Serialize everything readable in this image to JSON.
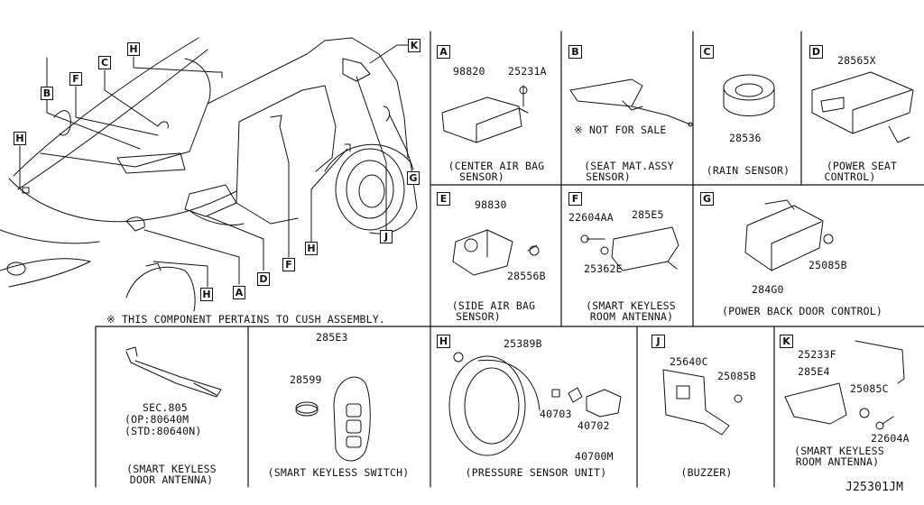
{
  "callouts": [
    "A",
    "B",
    "C",
    "D",
    "E",
    "F",
    "G",
    "H",
    "J",
    "K"
  ],
  "note": "※ THIS COMPONENT PERTAINS TO CUSH ASSEMBLY.",
  "diagram_id": "J25301JM",
  "panels": {
    "A": {
      "letter": "A",
      "parts": [
        "98820",
        "25231A"
      ],
      "caption1": "(CENTER AIR BAG",
      "caption2": "SENSOR)"
    },
    "B": {
      "letter": "B",
      "note": "※ NOT FOR SALE",
      "caption1": "(SEAT MAT.ASSY",
      "caption2": "SENSOR)"
    },
    "C": {
      "letter": "C",
      "parts": [
        "28536"
      ],
      "caption1": "(RAIN SENSOR)"
    },
    "D": {
      "letter": "D",
      "parts": [
        "28565X"
      ],
      "caption1": "(POWER SEAT",
      "caption2": "CONTROL)"
    },
    "E": {
      "letter": "E",
      "parts": [
        "98830",
        "28556B"
      ],
      "caption1": "(SIDE AIR BAG",
      "caption2": "SENSOR)"
    },
    "F": {
      "letter": "F",
      "parts": [
        "22604AA",
        "285E5",
        "25362E"
      ],
      "caption1": "(SMART KEYLESS",
      "caption2": "ROOM ANTENNA)"
    },
    "G": {
      "letter": "G",
      "parts": [
        "25085B",
        "284G0"
      ],
      "caption1": "(POWER BACK DOOR CONTROL)"
    },
    "door_antenna": {
      "ref1": "SEC.805",
      "ref2": "(OP:80640M",
      "ref3": "(STD:80640N)",
      "caption1": "(SMART KEYLESS",
      "caption2": "DOOR ANTENNA)"
    },
    "switch": {
      "parts": [
        "285E3",
        "28599"
      ],
      "caption1": "(SMART KEYLESS SWITCH)"
    },
    "H": {
      "letter": "H",
      "parts": [
        "25389B",
        "40703",
        "40702",
        "40700M"
      ],
      "caption1": "(PRESSURE SENSOR UNIT)"
    },
    "J": {
      "letter": "J",
      "parts": [
        "25640C",
        "25085B"
      ],
      "caption1": "(BUZZER)"
    },
    "K": {
      "letter": "K",
      "parts": [
        "25233F",
        "285E4",
        "25085C",
        "22604A"
      ],
      "caption1": "(SMART KEYLESS",
      "caption2": "ROOM ANTENNA)"
    }
  }
}
